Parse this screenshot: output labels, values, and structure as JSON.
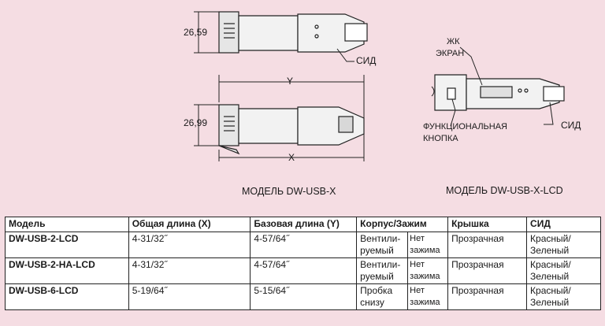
{
  "diagram": {
    "dim_top_height": "26,59",
    "dim_bottom_height": "26,99",
    "dim_y": "Y",
    "dim_x": "X",
    "led_label_top": "СИД",
    "model_caption_left": "МОДЕЛЬ DW-USB-X",
    "lcd_label_line1": "ЖК",
    "lcd_label_line2": "ЭКРАН",
    "func_label_line1": "ФУНКЦИОНАЛЬНАЯ",
    "func_label_line2": "КНОПКА",
    "led_label_right": "СИД",
    "model_caption_right": "МОДЕЛЬ DW-USB-X-LCD"
  },
  "table": {
    "headers": [
      "Модель",
      "Общая длина (X)",
      "Базовая длина (Y)",
      "Корпус/Зажим",
      "Крышка",
      "СИД"
    ],
    "rows": [
      {
        "model": "DW-USB-2-LCD",
        "total": "4-31/32˝",
        "base": "4-57/64˝",
        "body1": "Вентили-",
        "body2": "руемый",
        "clip1": "Нет",
        "clip2": "зажима",
        "cap": "Прозрачная",
        "led1": "Красный/",
        "led2": "Зеленый"
      },
      {
        "model": "DW-USB-2-HA-LCD",
        "total": "4-31/32˝",
        "base": "4-57/64˝",
        "body1": "Вентили-",
        "body2": "руемый",
        "clip1": "Нет",
        "clip2": "зажима",
        "cap": "Прозрачная",
        "led1": "Красный/",
        "led2": "Зеленый"
      },
      {
        "model": "DW-USB-6-LCD",
        "total": "5-19/64˝",
        "base": "5-15/64˝",
        "body1": "Пробка",
        "body2": "снизу",
        "clip1": "Нет",
        "clip2": "зажима",
        "cap": "Прозрачная",
        "led1": "Красный/",
        "led2": "Зеленый"
      }
    ]
  }
}
